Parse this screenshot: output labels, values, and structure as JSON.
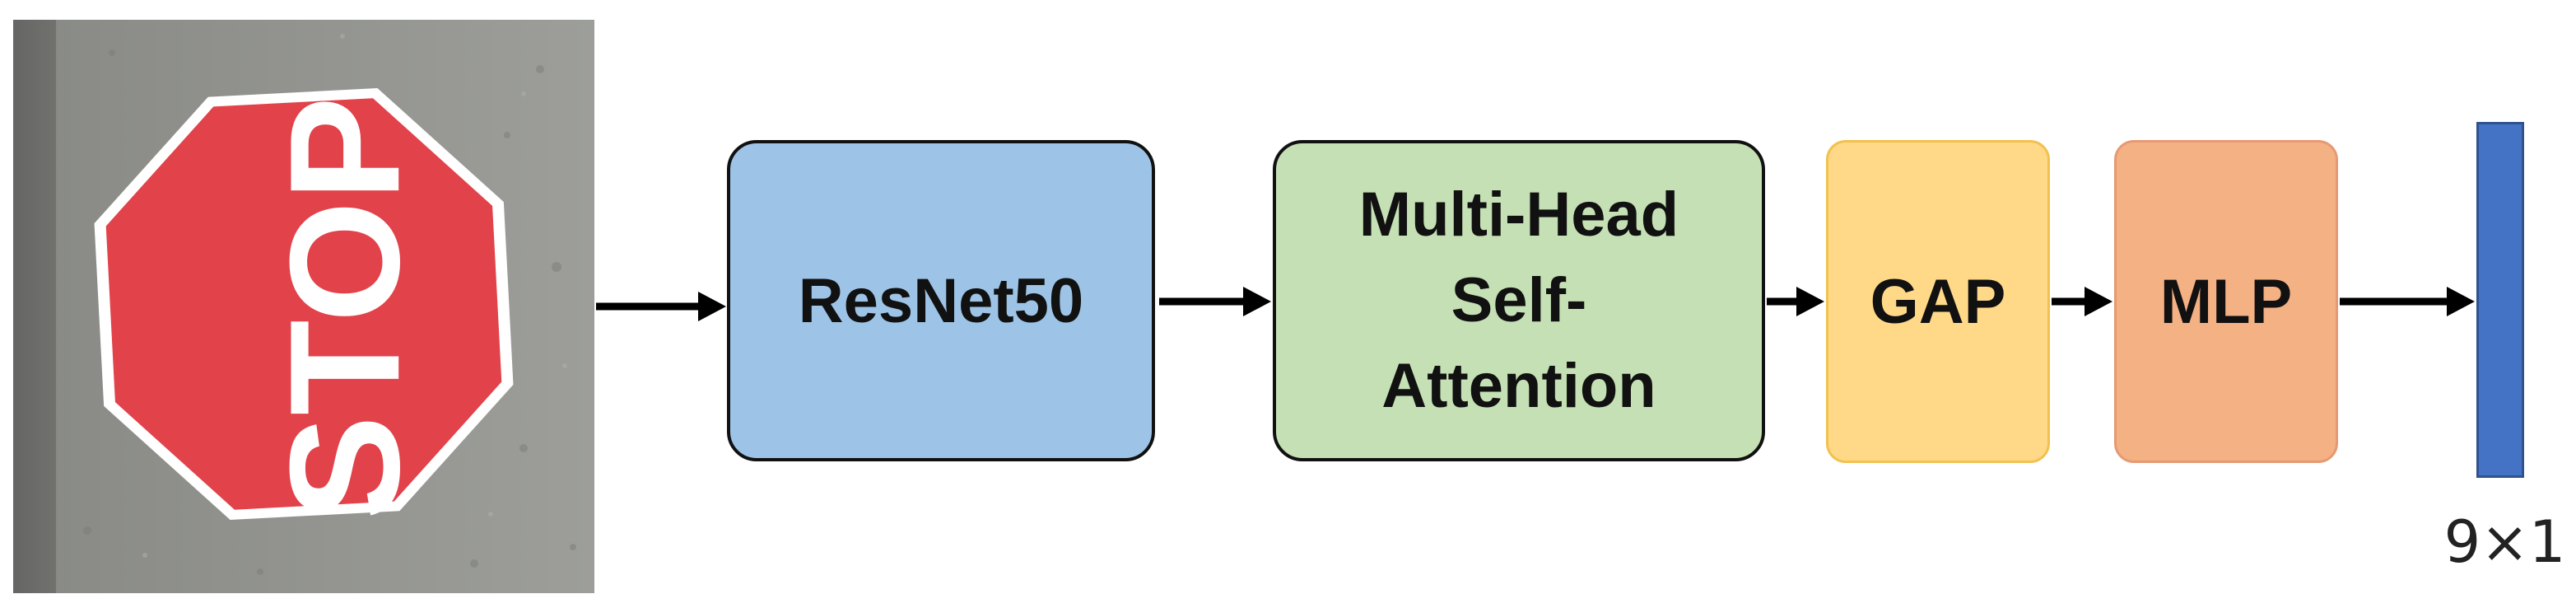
{
  "image": {
    "sign_text": "STOP",
    "sign_color": "#e2424a"
  },
  "blocks": [
    {
      "id": "resnet",
      "label": "ResNet50",
      "fill": "#9dc3e6"
    },
    {
      "id": "mhsa",
      "label": "Multi-Head\nSelf-\nAttention",
      "fill": "#c5e0b4"
    },
    {
      "id": "gap",
      "label": "GAP",
      "fill": "#ffd988"
    },
    {
      "id": "mlp",
      "label": "MLP",
      "fill": "#f4b183"
    }
  ],
  "output": {
    "label": "9×1",
    "color": "#4472c4"
  }
}
